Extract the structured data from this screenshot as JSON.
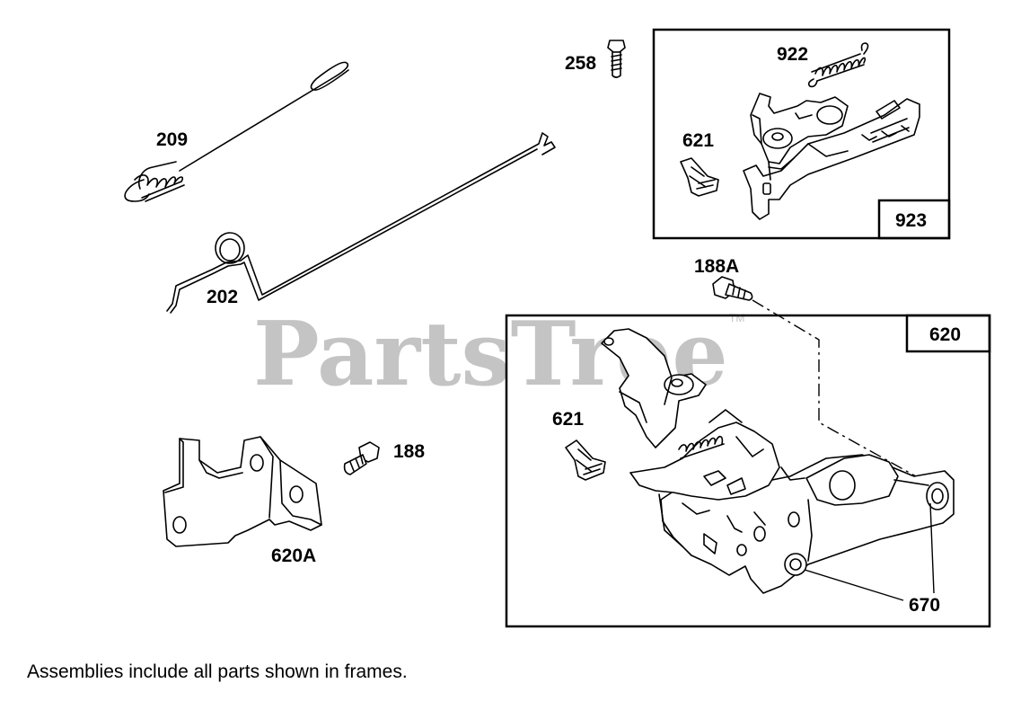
{
  "watermark": {
    "text": "PartsTree",
    "trademark": "TM"
  },
  "callouts": {
    "p209": "209",
    "p202": "202",
    "p258": "258",
    "p922": "922",
    "p621_top": "621",
    "p923": "923",
    "p188A": "188A",
    "p620": "620",
    "p621_bottom": "621",
    "p188": "188",
    "p620A": "620A",
    "p670": "670"
  },
  "footnote": "Assemblies include all parts shown in frames."
}
